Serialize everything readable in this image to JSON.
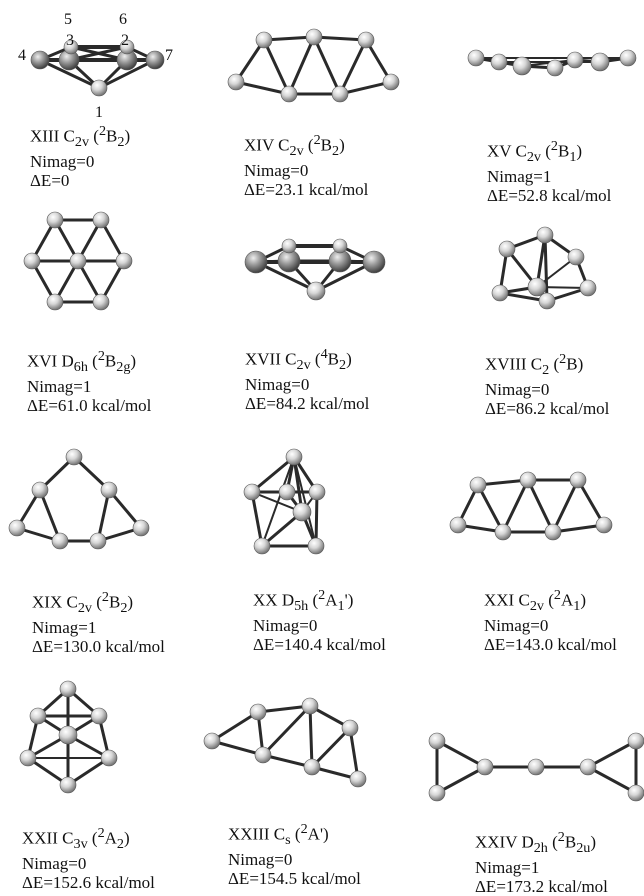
{
  "isomers": [
    {
      "id": "XIII",
      "label": "XIII",
      "point_group": "C",
      "pg_sub": "2v",
      "state_sup": "2",
      "state": "B",
      "state_sub": "2",
      "state_prime": "",
      "nimag": "Nimag=0",
      "energy": "ΔE=0"
    },
    {
      "id": "XIV",
      "label": "XIV",
      "point_group": "C",
      "pg_sub": "2v",
      "state_sup": "2",
      "state": "B",
      "state_sub": "2",
      "state_prime": "",
      "nimag": "Nimag=0",
      "energy": "ΔE=23.1 kcal/mol"
    },
    {
      "id": "XV",
      "label": "XV",
      "point_group": "C",
      "pg_sub": "2v",
      "state_sup": "2",
      "state": "B",
      "state_sub": "1",
      "state_prime": "",
      "nimag": "Nimag=1",
      "energy": "ΔE=52.8 kcal/mol"
    },
    {
      "id": "XVI",
      "label": "XVI",
      "point_group": "D",
      "pg_sub": "6h",
      "state_sup": "2",
      "state": "B",
      "state_sub": "2g",
      "state_prime": "",
      "nimag": "Nimag=1",
      "energy": "ΔE=61.0 kcal/mol"
    },
    {
      "id": "XVII",
      "label": "XVII",
      "point_group": "C",
      "pg_sub": "2v",
      "state_sup": "4",
      "state": "B",
      "state_sub": "2",
      "state_prime": "",
      "nimag": "Nimag=0",
      "energy": "ΔE=84.2 kcal/mol"
    },
    {
      "id": "XVIII",
      "label": "XVIII",
      "point_group": "C",
      "pg_sub": "2",
      "state_sup": "2",
      "state": "B",
      "state_sub": "",
      "state_prime": "",
      "nimag": "Nimag=0",
      "energy": "ΔE=86.2 kcal/mol"
    },
    {
      "id": "XIX",
      "label": "XIX",
      "point_group": "C",
      "pg_sub": "2v",
      "state_sup": "2",
      "state": "B",
      "state_sub": "2",
      "state_prime": "",
      "nimag": "Nimag=1",
      "energy": "ΔE=130.0 kcal/mol"
    },
    {
      "id": "XX",
      "label": "XX",
      "point_group": "D",
      "pg_sub": "5h",
      "state_sup": "2",
      "state": "A",
      "state_sub": "1",
      "state_prime": "'",
      "nimag": "Nimag=0",
      "energy": "ΔE=140.4 kcal/mol"
    },
    {
      "id": "XXI",
      "label": "XXI",
      "point_group": "C",
      "pg_sub": "2v",
      "state_sup": "2",
      "state": "A",
      "state_sub": "1",
      "state_prime": "",
      "nimag": "Nimag=0",
      "energy": "ΔE=143.0 kcal/mol"
    },
    {
      "id": "XXII",
      "label": "XXII",
      "point_group": "C",
      "pg_sub": "3v",
      "state_sup": "2",
      "state": "A",
      "state_sub": "2",
      "state_prime": "",
      "nimag": "Nimag=0",
      "energy": "ΔE=152.6 kcal/mol"
    },
    {
      "id": "XXIII",
      "label": "XXIII",
      "point_group": "C",
      "pg_sub": "s",
      "state_sup": "2",
      "state": "A",
      "state_sub": "",
      "state_prime": "'",
      "nimag": "Nimag=0",
      "energy": "ΔE=154.5 kcal/mol"
    },
    {
      "id": "XXIV",
      "label": "XXIV",
      "point_group": "D",
      "pg_sub": "2h",
      "state_sup": "2",
      "state": "B",
      "state_sub": "2u",
      "state_prime": "",
      "nimag": "Nimag=1",
      "energy": "ΔE=173.2 kcal/mol"
    }
  ],
  "atom_labels": {
    "a1": "1",
    "a2": "2",
    "a3": "3",
    "a4": "4",
    "a5": "5",
    "a6": "6",
    "a7": "7"
  }
}
